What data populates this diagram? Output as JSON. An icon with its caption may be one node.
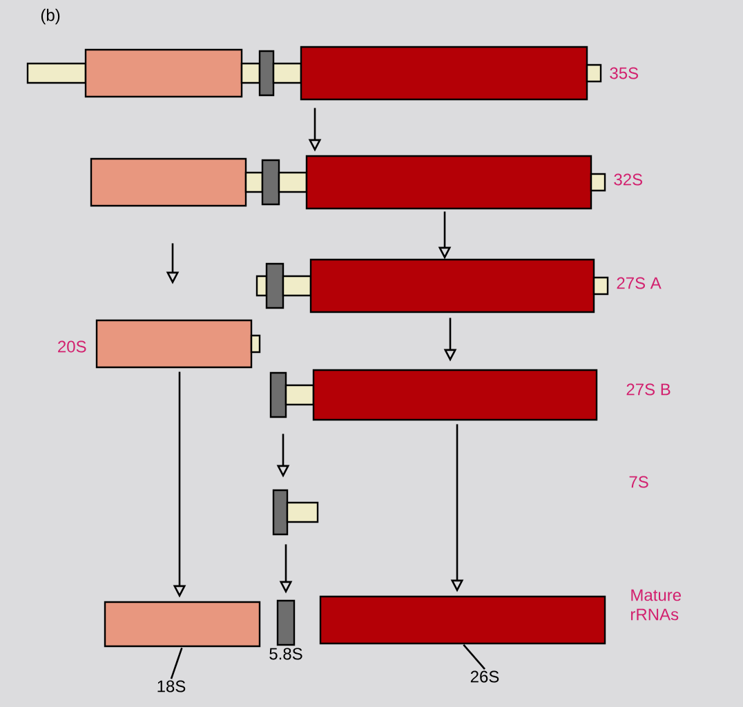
{
  "diagram": {
    "nodes": [
      {
        "text": [],
        "shape": "bar",
        "beside": [
          "35S"
        ]
      },
      {
        "text": [],
        "shape": "bar",
        "beside": [
          "32S"
        ]
      },
      {
        "text": [],
        "shape": "bar",
        "beside": [
          "27S A"
        ]
      },
      {
        "text": [],
        "shape": "bar",
        "beside": [
          "20S"
        ]
      },
      {
        "text": [],
        "shape": "bar",
        "beside": [
          "27S B"
        ]
      },
      {
        "text": [],
        "shape": "bar"
      },
      {
        "text": [],
        "shape": "bar"
      },
      {
        "text": [],
        "shape": "bar",
        "beside": [
          "5.8S"
        ]
      },
      {
        "text": [],
        "shape": "bar"
      },
      {
        "text": [
          "18S"
        ]
      },
      {
        "text": [
          "26S"
        ]
      }
    ],
    "edges": [
      {
        "from": 0,
        "to": 1,
        "arrow": "to"
      },
      {
        "from": 1,
        "to": 3,
        "arrow": "to"
      },
      {
        "from": 1,
        "to": 2,
        "arrow": "to"
      },
      {
        "from": 2,
        "to": 4,
        "arrow": "to"
      },
      {
        "from": 3,
        "to": 6,
        "arrow": "to"
      },
      {
        "from": 4,
        "to": 5,
        "arrow": "to"
      },
      {
        "from": 5,
        "to": 7,
        "arrow": "to"
      },
      {
        "from": 4,
        "to": 8,
        "arrow": "to"
      },
      {
        "from": 9,
        "to": 6,
        "arrow": "none"
      },
      {
        "from": 10,
        "to": 8,
        "arrow": "none"
      }
    ],
    "labels": [
      "(b)",
      "7S",
      "Mature rRNAs"
    ]
  }
}
